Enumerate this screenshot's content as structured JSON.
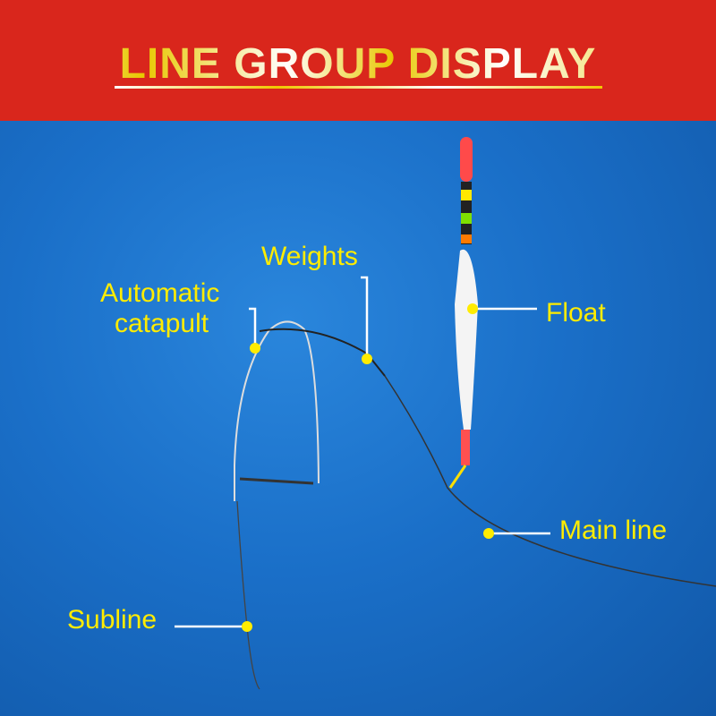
{
  "header": {
    "title": "LINE GROUP DISPLAY"
  },
  "labels": {
    "weights": "Weights",
    "catapult_line1": "Automatic",
    "catapult_line2": "catapult",
    "float": "Float",
    "main_line": "Main line",
    "subline": "Subline"
  },
  "colors": {
    "header_bg": "#d9261c",
    "label": "#ffec00",
    "background": "#1a6fc8"
  }
}
